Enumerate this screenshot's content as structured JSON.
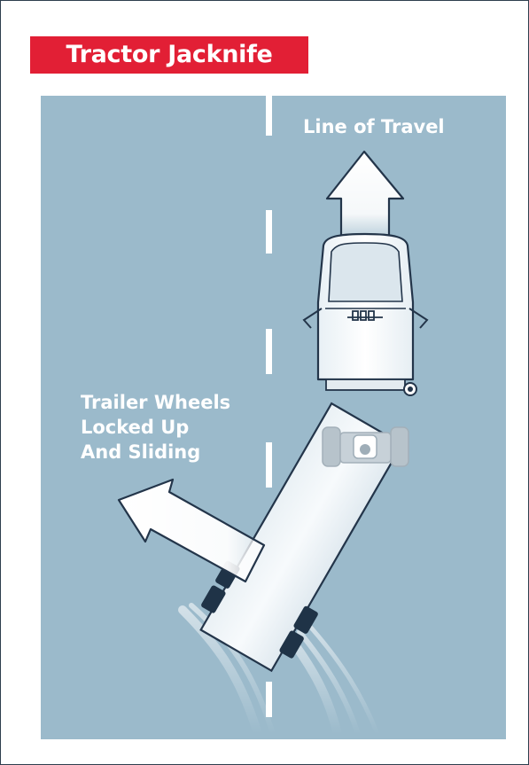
{
  "title": "Tractor Jacknife",
  "labels": {
    "line_of_travel": "Line of Travel",
    "trailer_wheels": [
      "Trailer Wheels",
      "Locked Up",
      "And Sliding"
    ]
  },
  "colors": {
    "title_bg": "#e21f35",
    "road": "#9bbacb",
    "text": "#ffffff"
  }
}
